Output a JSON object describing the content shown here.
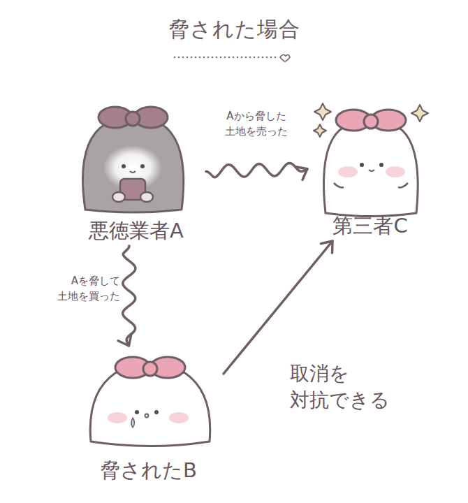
{
  "diagram": {
    "title": "脅された場合",
    "nodes": [
      {
        "text": [
          "悪徳業者A"
        ]
      },
      {
        "text": [
          "第三者C"
        ]
      },
      {
        "text": [
          "脅されたB"
        ]
      }
    ],
    "edges": [
      {
        "from": 0,
        "to": 1,
        "arrow": "to",
        "label": "Aから脅した 土地を売った"
      },
      {
        "from": 0,
        "to": 2,
        "arrow": "to",
        "label": "Aを脅して 土地を買った"
      },
      {
        "from": 2,
        "to": 1,
        "arrow": "to",
        "label": "取消を 対抗できる"
      }
    ]
  }
}
